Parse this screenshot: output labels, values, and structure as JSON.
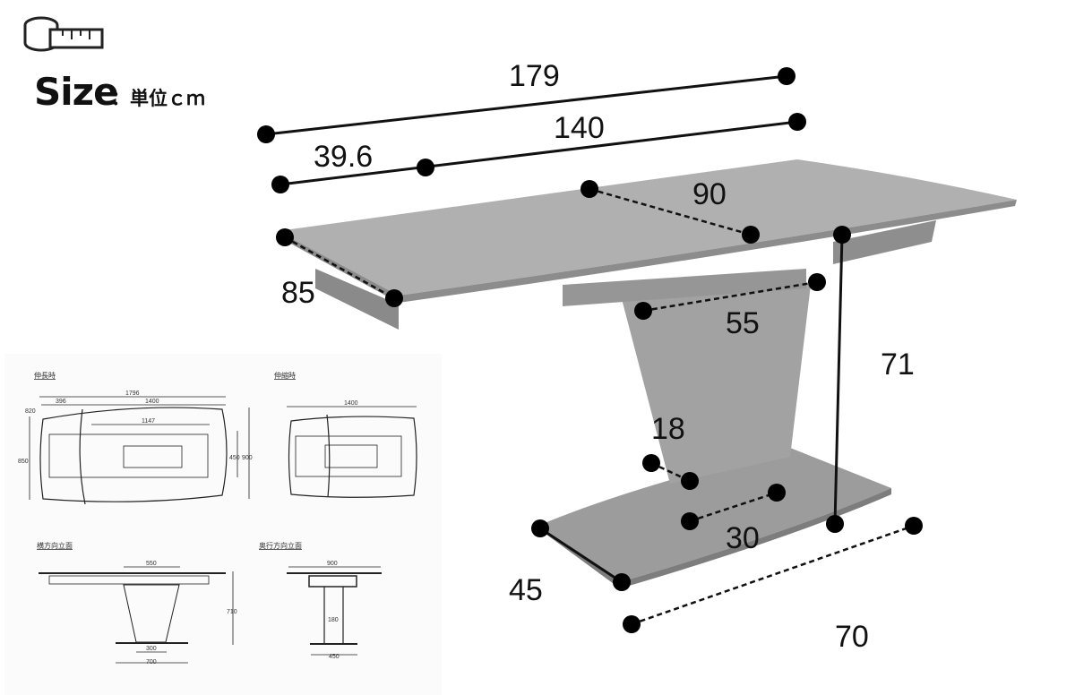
{
  "header": {
    "title": "Size",
    "unit": "：単位ｃｍ",
    "icon": "tape-measure-icon"
  },
  "dimensions": {
    "total_length": "179",
    "table_length": "140",
    "extension_length": "39.6",
    "depth": "90",
    "extension_depth": "85",
    "frame_width": "55",
    "height": "71",
    "pillar_width": "18",
    "pillar_base": "30",
    "base_depth": "45",
    "base_width": "70"
  },
  "drawings": {
    "extended": {
      "label": "伸長時",
      "dims": [
        "1796",
        "396",
        "1400",
        "1147",
        "820",
        "850",
        "450",
        "900"
      ]
    },
    "retracted": {
      "label": "伸縮時",
      "dims": [
        "1400"
      ]
    },
    "side_elevation": {
      "label": "横方向立面",
      "dims": [
        "550",
        "710",
        "300",
        "700"
      ]
    },
    "front_elevation": {
      "label": "奥行方向立面",
      "dims": [
        "900",
        "180",
        "450"
      ]
    }
  },
  "colors": {
    "table": "#a9a9a9",
    "dot": "#000000"
  }
}
